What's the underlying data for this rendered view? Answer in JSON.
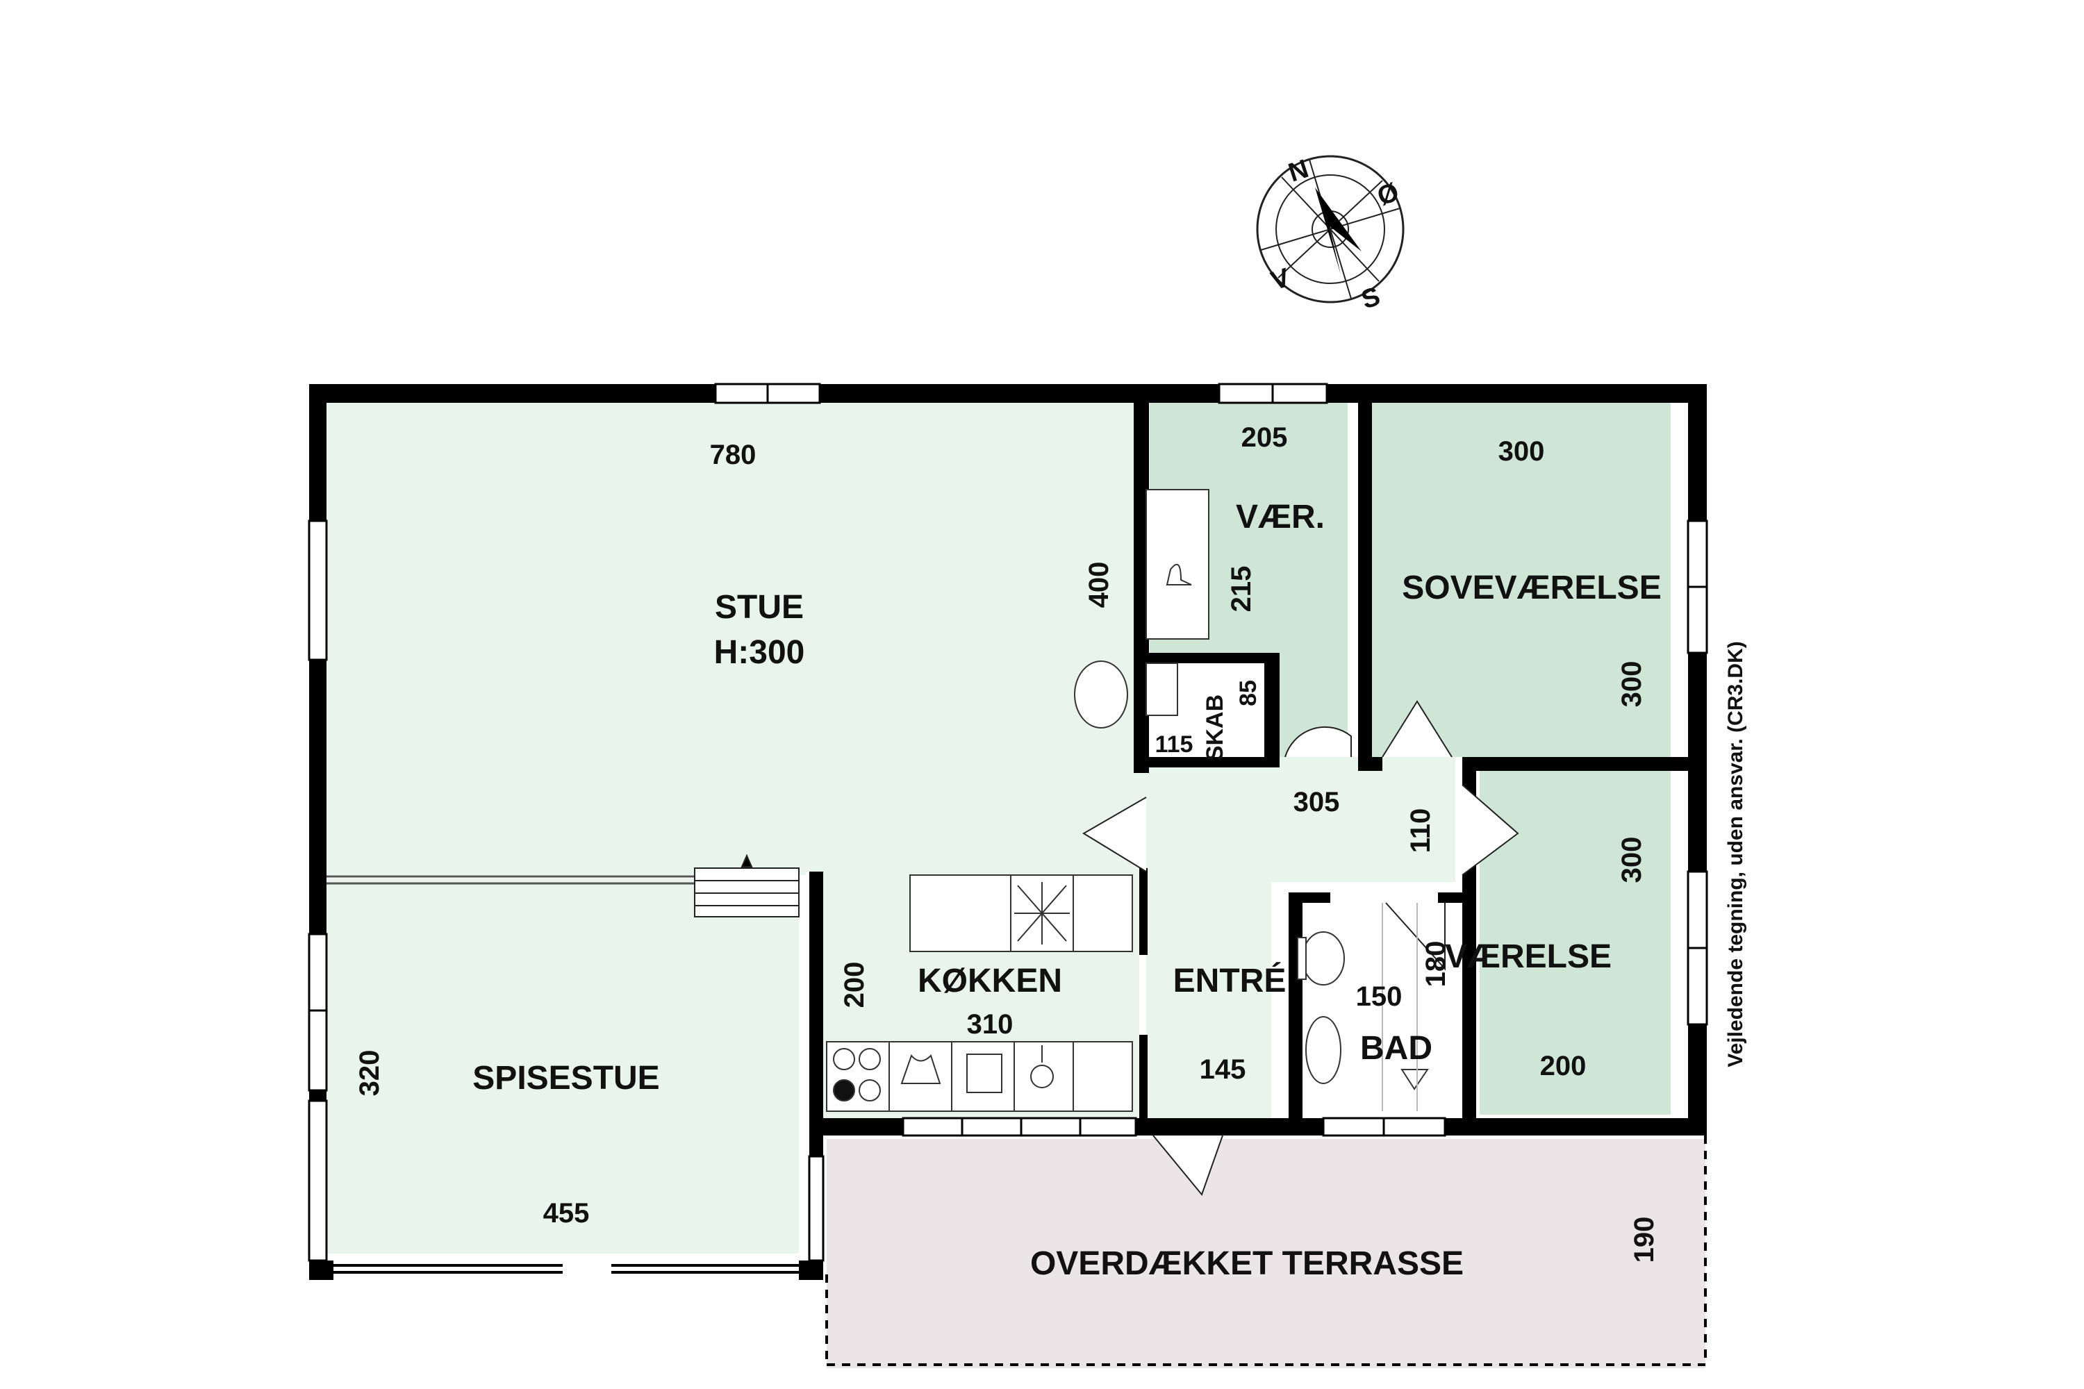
{
  "rooms": {
    "stue": {
      "name": "STUE",
      "height": "H:300",
      "width": "780",
      "depth": "400"
    },
    "spisestue": {
      "name": "SPISESTUE",
      "width": "455",
      "depth": "320"
    },
    "kokken": {
      "name": "KØKKEN",
      "width": "310",
      "depth": "200"
    },
    "entre": {
      "name": "ENTRÉ",
      "width": "145"
    },
    "hall": {
      "width": "305",
      "depth": "110"
    },
    "vaer": {
      "name": "VÆR.",
      "width": "205",
      "depth": "215"
    },
    "skab": {
      "name": "SKAB",
      "width": "115",
      "depth": "85"
    },
    "sovevaerelse": {
      "name": "SOVEVÆRELSE",
      "width": "300",
      "depth": "300"
    },
    "vaerelse": {
      "name": "VÆRELSE",
      "width": "200",
      "depth": "300"
    },
    "bad": {
      "name": "BAD",
      "width": "150",
      "depth": "180"
    },
    "terrasse": {
      "name": "OVERDÆKKET TERRASSE",
      "depth": "190"
    }
  },
  "compass": {
    "north": "N",
    "east": "Ø",
    "south": "S",
    "west": "V"
  },
  "disclaimer": "Vejledende tegning, uden ansvar. (CR3.DK)",
  "colors": {
    "living_fill": "#e9f4ec",
    "bedroom_fill": "#cfe6d6",
    "terrace_fill": "#ebe5e8",
    "wall": "#000000"
  }
}
